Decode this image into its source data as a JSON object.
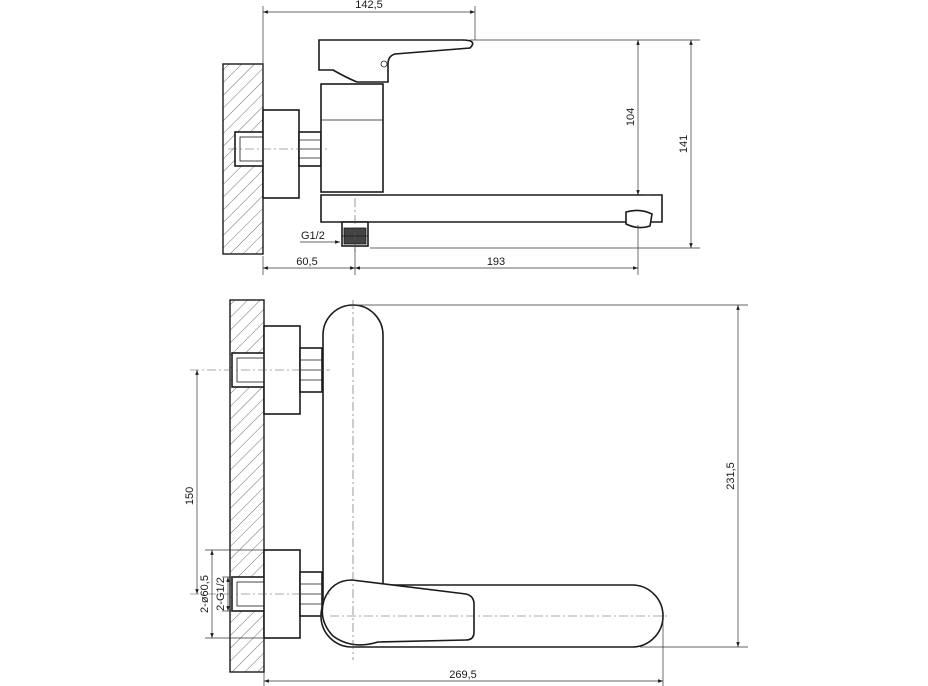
{
  "dimensions": {
    "top_width": "142,5",
    "spout_height": "104",
    "total_height": "141",
    "wall_offset": "60,5",
    "spout_reach": "193",
    "thread": "G1/2",
    "center_distance": "150",
    "flange_diameter": "2-ø60,5",
    "inlet_thread": "2-G1/2",
    "front_height": "231,5",
    "front_width": "269,5"
  },
  "colors": {
    "line": "#1a1a1a",
    "background": "#ffffff"
  }
}
